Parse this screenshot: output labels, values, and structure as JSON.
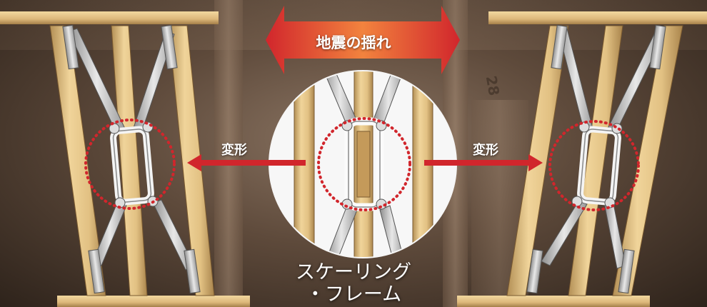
{
  "quake_label": "地震の揺れ",
  "deform_left": "変形",
  "deform_right": "変形",
  "caption_line1": "スケーリング",
  "caption_line2": "・フレーム",
  "background_marking": "28",
  "colors": {
    "arrow_red": "#d1262c",
    "arrow_orange": "#f2833e",
    "dotted_red": "#d1262c",
    "wood": "#e0bf86",
    "metal": "#c9c9c9"
  }
}
